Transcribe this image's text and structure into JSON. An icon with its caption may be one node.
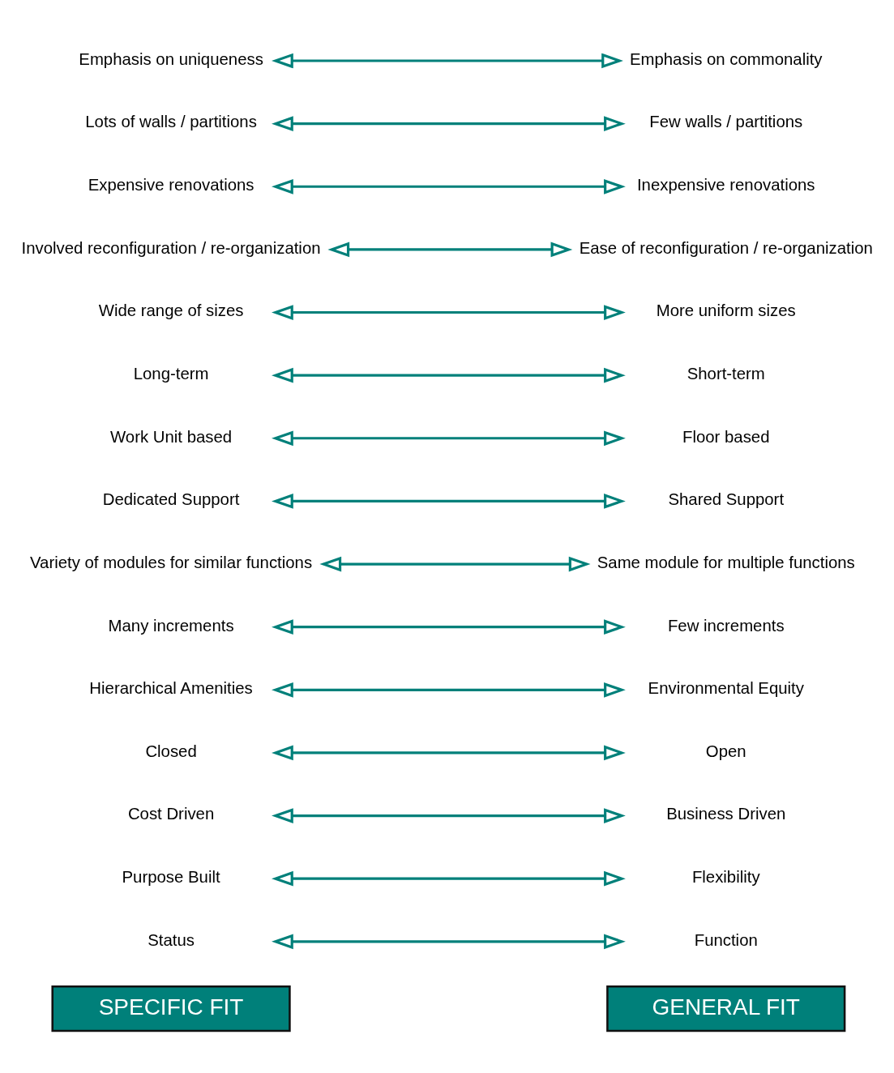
{
  "diagram": {
    "nodes": [
      {
        "text": [
          "SPECIFIC FIT"
        ]
      },
      {
        "text": [
          "GENERAL FIT"
        ]
      },
      {
        "text": [
          "Status"
        ]
      },
      {
        "text": [
          "Function"
        ]
      },
      {
        "text": [
          "Purpose Built"
        ]
      },
      {
        "text": [
          "Flexibility"
        ]
      },
      {
        "text": [
          "Cost Driven"
        ]
      },
      {
        "text": [
          "Business Driven"
        ]
      },
      {
        "text": [
          "Closed"
        ]
      },
      {
        "text": [
          "Open"
        ]
      },
      {
        "text": [
          "Hierarchical Amenities"
        ]
      },
      {
        "text": [
          "Environmental Equity"
        ]
      },
      {
        "text": [
          "Many increments"
        ]
      },
      {
        "text": [
          "Few increments"
        ]
      },
      {
        "text": [
          "Variety of modules for similar functions"
        ]
      },
      {
        "text": [
          "Same module for multiple functions"
        ]
      },
      {
        "text": [
          "Dedicated Support"
        ]
      },
      {
        "text": [
          "Shared Support"
        ]
      },
      {
        "text": [
          "Work Unit based"
        ]
      },
      {
        "text": [
          "Floor based"
        ]
      },
      {
        "text": [
          "Long-term"
        ]
      },
      {
        "text": [
          "Short-term"
        ]
      },
      {
        "text": [
          "Wide range of sizes"
        ]
      },
      {
        "text": [
          "More uniform sizes"
        ]
      },
      {
        "text": [
          "Involved reconfiguration / re-organization"
        ]
      },
      {
        "text": [
          "Ease of reconfiguration / re-organization"
        ]
      },
      {
        "text": [
          "Expensive renovations"
        ]
      },
      {
        "text": [
          "Inexpensive renovations"
        ]
      },
      {
        "text": [
          "Lots of walls / partitions"
        ]
      },
      {
        "text": [
          "Few walls / partitions"
        ]
      },
      {
        "text": [
          "Emphasis on uniqueness"
        ]
      },
      {
        "text": [
          "Emphasis on commonality"
        ]
      }
    ],
    "edges": [
      {
        "from": 2,
        "to": 3,
        "arrow": "both"
      },
      {
        "from": 4,
        "to": 5,
        "arrow": "both"
      },
      {
        "from": 6,
        "to": 7,
        "arrow": "both"
      },
      {
        "from": 8,
        "to": 9,
        "arrow": "both"
      },
      {
        "from": 10,
        "to": 11,
        "arrow": "both"
      },
      {
        "from": 12,
        "to": 13,
        "arrow": "both"
      },
      {
        "from": 14,
        "to": 15,
        "arrow": "both"
      },
      {
        "from": 16,
        "to": 17,
        "arrow": "both"
      },
      {
        "from": 18,
        "to": 19,
        "arrow": "both"
      },
      {
        "from": 20,
        "to": 21,
        "arrow": "both"
      },
      {
        "from": 22,
        "to": 23,
        "arrow": "both"
      },
      {
        "from": 24,
        "to": 25,
        "arrow": "both"
      },
      {
        "from": 26,
        "to": 27,
        "arrow": "both"
      },
      {
        "from": 28,
        "to": 29,
        "arrow": "both"
      },
      {
        "from": 30,
        "to": 31,
        "arrow": "both"
      }
    ]
  }
}
